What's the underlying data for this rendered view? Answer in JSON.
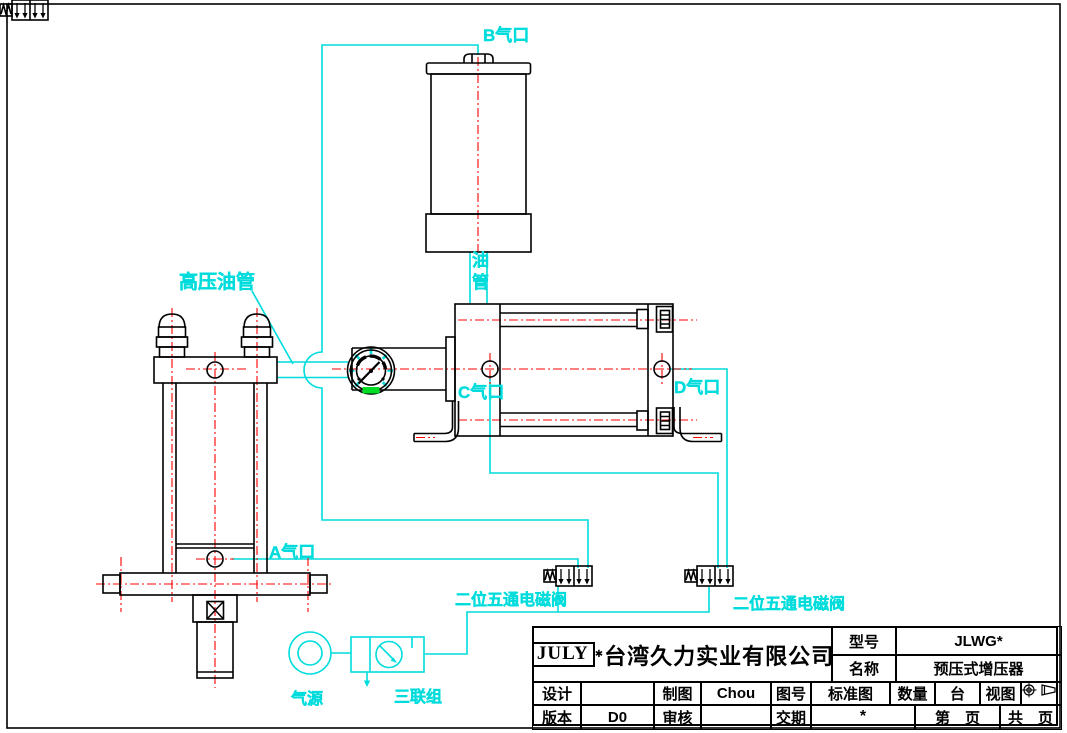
{
  "labels": {
    "port_b": "B气口",
    "oil_pipe": "油管",
    "hp_oil_pipe": "高压油管",
    "port_c": "C气口",
    "port_d": "D气口",
    "port_a": "A气口",
    "valve_1": "二位五通电磁阀",
    "valve_2": "二位五通电磁阀",
    "air_source": "气源",
    "frl_unit": "三联组"
  },
  "title_block": {
    "logo": "JULY",
    "logo_mark": "✱",
    "company": "台湾久力实业有限公司",
    "model_label": "型号",
    "model_value": "JLWG*",
    "name_label": "名称",
    "name_value": "预压式增压器",
    "design_label": "设计",
    "design_value": "",
    "draft_label": "制图",
    "draft_value": "Chou",
    "drawing_no_label": "图号",
    "drawing_no_value": "标准图",
    "qty_label": "数量",
    "qty_unit": "台",
    "view_label": "视图",
    "version_label": "版本",
    "version_value": "D0",
    "review_label": "审核",
    "review_value": "",
    "delivery_label": "交期",
    "delivery_value": "*",
    "page_label": "第　页",
    "total_label": "共　页"
  },
  "colors": {
    "line_black": "#000000",
    "centerline_red": "#ff0000",
    "pneumatic_cyan": "#00dcdc",
    "gauge_green": "#00dd22"
  }
}
